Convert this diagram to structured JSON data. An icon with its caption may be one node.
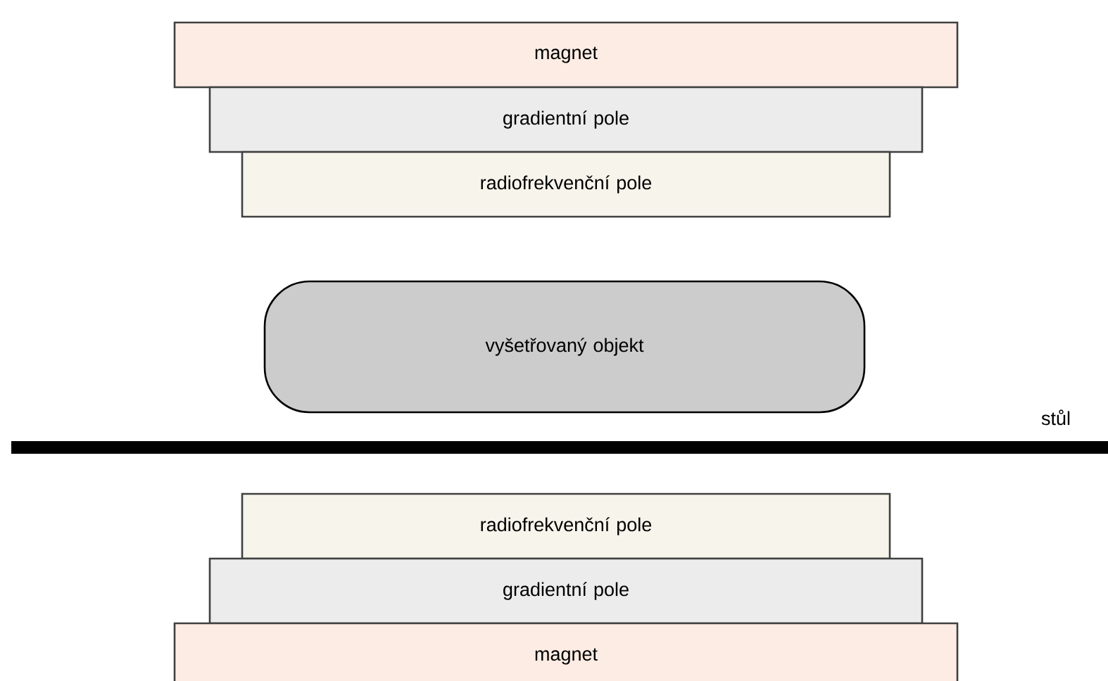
{
  "diagram": {
    "nodes": [
      {
        "text": [
          "magnet"
        ]
      },
      {
        "text": [
          "gradientní pole"
        ]
      },
      {
        "text": [
          "radiofrekvenční pole"
        ]
      },
      {
        "text": [
          "vyšetřovaný objekt"
        ]
      },
      {
        "text": [
          "radiofrekvenční pole"
        ]
      },
      {
        "text": [
          "gradientní pole"
        ]
      },
      {
        "text": [
          "magnet"
        ]
      }
    ],
    "labels": [
      "stůl"
    ]
  }
}
